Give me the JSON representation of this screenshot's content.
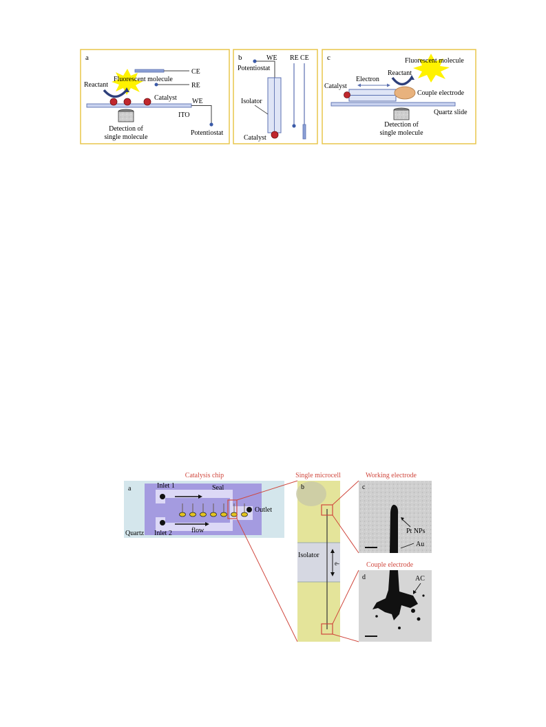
{
  "top_figure": {
    "panel_a": {
      "letter": "a",
      "CE": "CE",
      "RE": "RE",
      "WE": "WE",
      "ITO": "ITO",
      "fluorescent": "Fluorescent molecule",
      "reactant": "Reactant",
      "catalyst": "Catalyst",
      "detection_line1": "Detection of",
      "detection_line2": "single molecule",
      "potentiostat": "Potentiostat"
    },
    "panel_b": {
      "letter": "b",
      "WE": "WE",
      "RE": "RE",
      "CE": "CE",
      "potentiostat": "Potentiostat",
      "isolator": "Isolator",
      "catalyst": "Catalyst"
    },
    "panel_c": {
      "letter": "c",
      "fluorescent": "Fluorescent molecule",
      "reactant": "Reactant",
      "catalyst": "Catalyst",
      "electron": "Electron",
      "couple": "Couple electrode",
      "quartz": "Quartz slide",
      "detection_line1": "Detection of",
      "detection_line2": "single molecule"
    }
  },
  "bottom_figure": {
    "titles": {
      "catalysis_chip": "Catalysis chip",
      "single_microcell": "Single microcell",
      "working_electrode": "Working electrode",
      "couple_electrode": "Couple electrode"
    },
    "panel_a": {
      "letter": "a",
      "inlet1": "Inlet 1",
      "inlet2": "Inlet 2",
      "seal": "Seal",
      "outlet": "Outlet",
      "flow": "flow",
      "quartz": "Quartz"
    },
    "panel_b": {
      "letter": "b",
      "isolator": "Isolator",
      "electron": "e-"
    },
    "panel_c": {
      "letter": "c",
      "pt_nps": "Pt NPs",
      "au": "Au"
    },
    "panel_d": {
      "letter": "d",
      "ac": "AC"
    }
  },
  "colors": {
    "panel_border": "#e8c54a",
    "electrode_blue": "#6f86c4",
    "catalyst_red": "#c0272d",
    "flash_yellow": "#fff200",
    "couple_orange": "#e8b27d",
    "chip_bg": "#d4e6ec",
    "chip_purple": "#a49be0",
    "microcell_yellow": "#e4e49a",
    "callout_red": "#d0463c"
  }
}
